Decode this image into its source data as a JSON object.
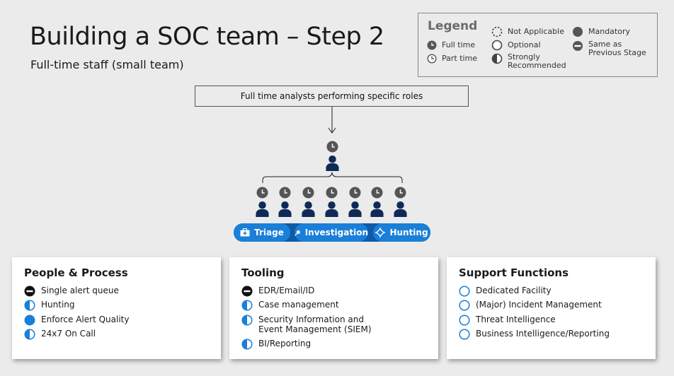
{
  "header": {
    "title": "Building a SOC team – Step 2",
    "subtitle": "Full-time staff (small team)"
  },
  "legend": {
    "title": "Legend",
    "full_time": "Full time",
    "part_time": "Part time",
    "not_applicable": "Not Applicable",
    "optional": "Optional",
    "strongly_recommended": "Strongly Recommended",
    "mandatory": "Mandatory",
    "same_as_previous": "Same as Previous Stage"
  },
  "diagram": {
    "top_box": "Full time analysts performing specific roles",
    "lead_count": 1,
    "analyst_count": 7,
    "roles": [
      "Triage",
      "Investigation",
      "Hunting"
    ]
  },
  "cards": [
    {
      "title": "People & Process",
      "items": [
        {
          "label": "Single alert queue",
          "status": "same-as-previous"
        },
        {
          "label": "Hunting",
          "status": "strongly-recommended"
        },
        {
          "label": "Enforce Alert Quality",
          "status": "mandatory"
        },
        {
          "label": "24x7 On Call",
          "status": "strongly-recommended"
        }
      ]
    },
    {
      "title": "Tooling",
      "items": [
        {
          "label": "EDR/Email/ID",
          "status": "same-as-previous"
        },
        {
          "label": "Case management",
          "status": "strongly-recommended"
        },
        {
          "label": "Security Information and Event Management (SIEM)",
          "status": "strongly-recommended"
        },
        {
          "label": "BI/Reporting",
          "status": "strongly-recommended"
        }
      ]
    },
    {
      "title": "Support Functions",
      "items": [
        {
          "label": "Dedicated Facility",
          "status": "optional"
        },
        {
          "label": "(Major) Incident Management",
          "status": "optional"
        },
        {
          "label": "Threat Intelligence",
          "status": "optional"
        },
        {
          "label": "Business Intelligence/Reporting",
          "status": "optional"
        }
      ]
    }
  ],
  "colors": {
    "accent": "#1a7fd8",
    "navy": "#0f2a57",
    "chip_band": "#0f5aa6",
    "legend_gray": "#555555"
  }
}
